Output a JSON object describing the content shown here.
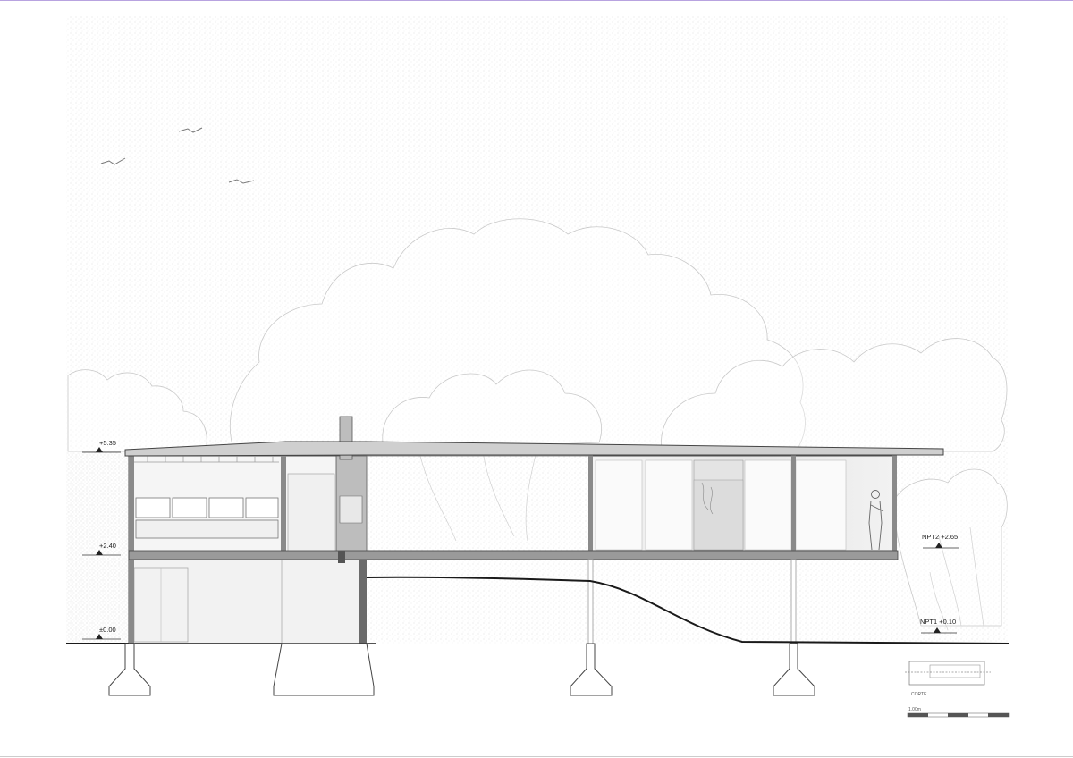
{
  "levels": {
    "top": "+5.35",
    "middle": "+2.40",
    "ground": "±0.00"
  },
  "terrain_levels": {
    "upper": "NPT2 +2.65",
    "lower": "NPT1 +0.10"
  },
  "key_plan": {
    "label": "CORTE"
  },
  "scale_bar": {
    "label": "1.00m"
  },
  "colors": {
    "stipple": "#d9d9d9",
    "line": "#555555",
    "dark_line": "#1a1a1a",
    "floor": "#8a8a8a",
    "panel": "#efefef",
    "accent_frame": "#b8a3e0"
  }
}
